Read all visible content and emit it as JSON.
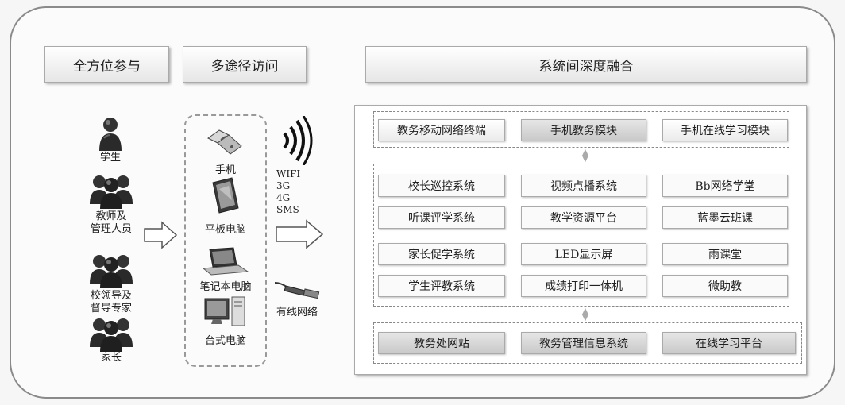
{
  "headers": {
    "participation": "全方位参与",
    "access": "多途径访问",
    "integration": "系统间深度融合"
  },
  "participants": [
    {
      "label_lines": [
        "学生"
      ]
    },
    {
      "label_lines": [
        "教师及",
        "管理人员"
      ]
    },
    {
      "label_lines": [
        "校领导及",
        "督导专家"
      ]
    },
    {
      "label_lines": [
        "家长"
      ]
    }
  ],
  "devices": [
    "手机",
    "平板电脑",
    "笔记本电脑",
    "台式电脑"
  ],
  "networks": {
    "wireless": [
      "WIFI",
      "3G",
      "4G",
      "SMS"
    ],
    "wired": "有线网络"
  },
  "systems": {
    "top": [
      "教务移动网络终端",
      "手机教务模块",
      "手机在线学习模块"
    ],
    "middle": [
      [
        "校长巡控系统",
        "视频点播系统",
        "Bb网络学堂"
      ],
      [
        "听课评学系统",
        "教学资源平台",
        "蓝墨云班课"
      ],
      [
        "家长促学系统",
        "LED显示屏",
        "雨课堂"
      ],
      [
        "学生评教系统",
        "成绩打印一体机",
        "微助教"
      ]
    ],
    "bottom": [
      "教务处网站",
      "教务管理信息系统",
      "在线学习平台"
    ]
  }
}
